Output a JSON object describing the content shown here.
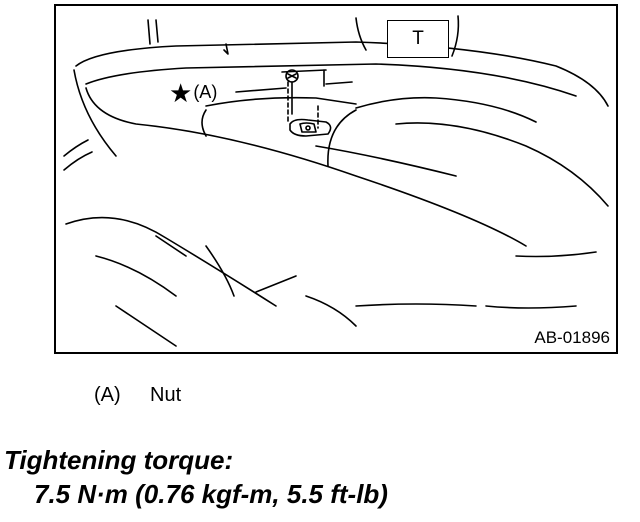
{
  "figure": {
    "id": "AB-01896",
    "callout_t": "T",
    "callout_a_star": "★",
    "callout_a": "(A)"
  },
  "legend": {
    "key": "(A)",
    "label": "Nut"
  },
  "torque": {
    "title": "Tightening torque:",
    "value": "7.5 N·m (0.76 kgf-m, 5.5 ft-lb)"
  }
}
